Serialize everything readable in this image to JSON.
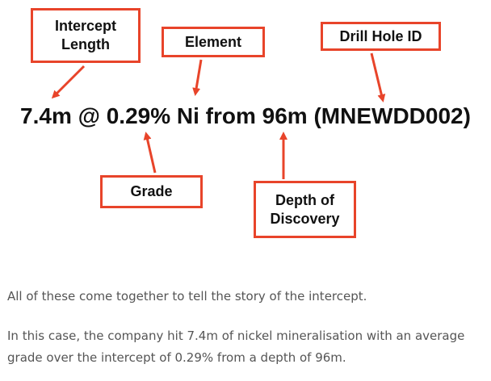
{
  "diagram": {
    "equation": "7.4m @ 0.29% Ni from 96m (MNEWDD002)",
    "labels": {
      "intercept_length": "Intercept\nLength",
      "element": "Element",
      "drill_hole_id": "Drill Hole ID",
      "grade": "Grade",
      "depth_of_discovery": "Depth of\nDiscovery"
    },
    "accent_color": "#e8442a"
  },
  "body_text": {
    "paragraph_1": "All of these come together to tell the story of the intercept.",
    "paragraph_2": "In this case, the company hit 7.4m of nickel mineralisation with an average grade over the intercept of 0.29% from a depth of 96m."
  }
}
